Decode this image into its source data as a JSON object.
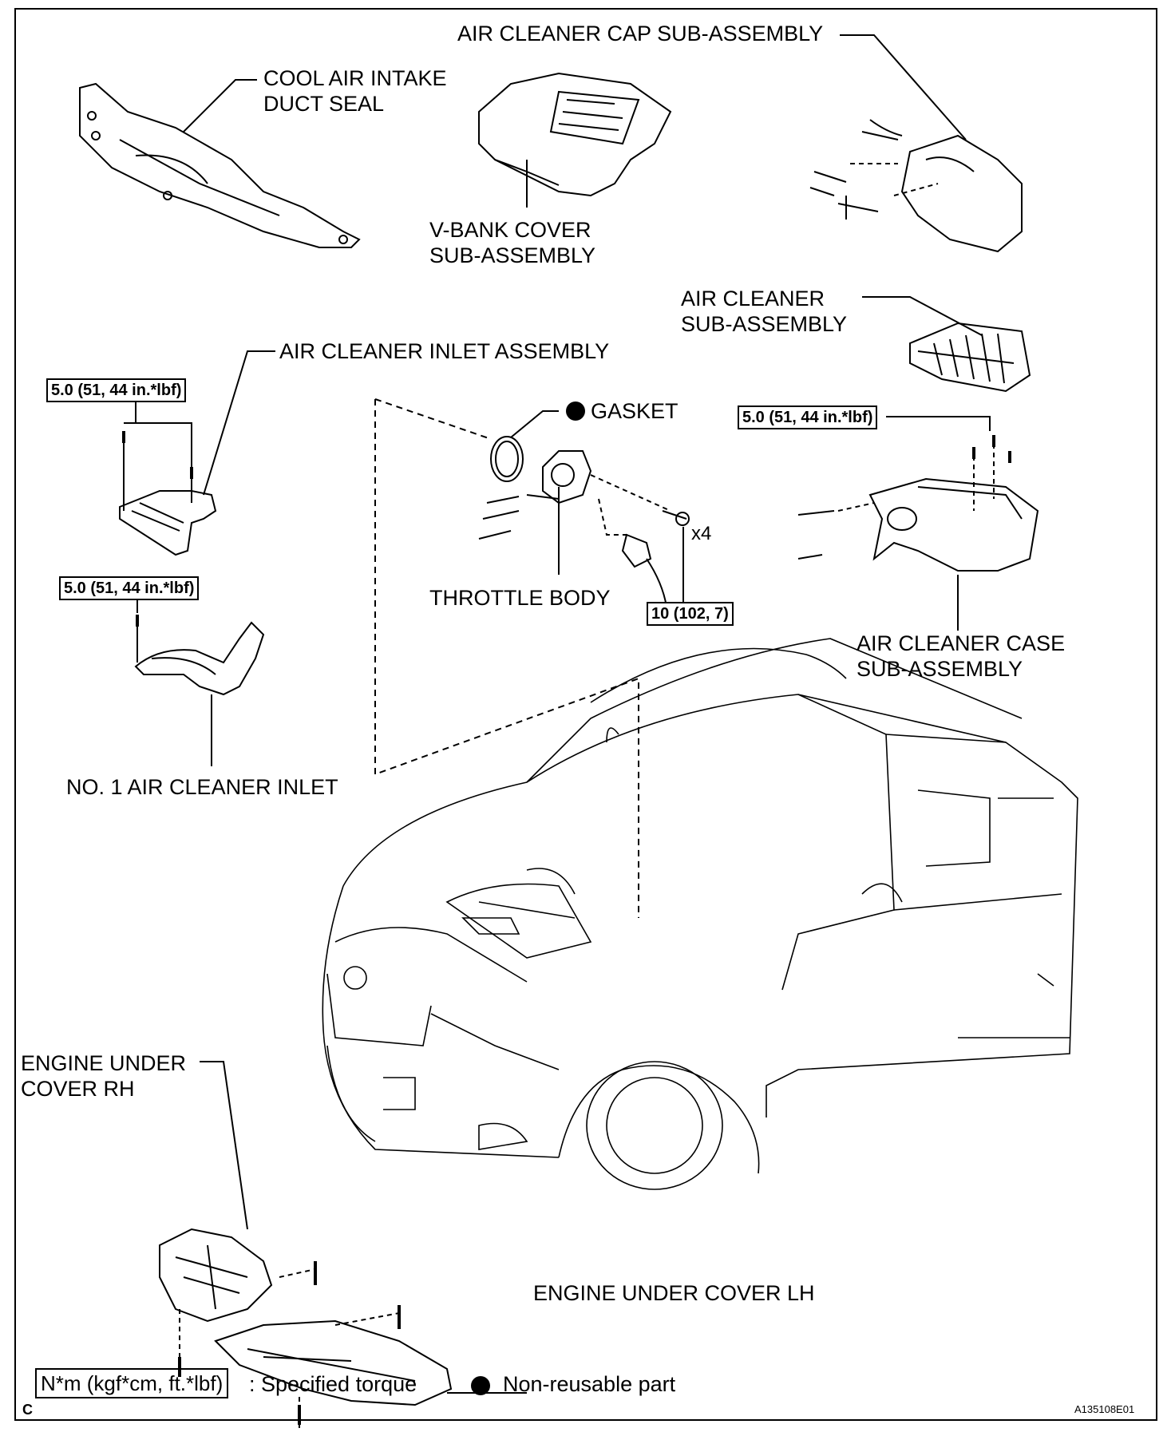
{
  "labels": {
    "air_cleaner_cap": "AIR CLEANER CAP SUB-ASSEMBLY",
    "cool_air_intake": "COOL AIR INTAKE\nDUCT SEAL",
    "v_bank_cover": "V-BANK COVER\nSUB-ASSEMBLY",
    "air_cleaner_sub": "AIR CLEANER\nSUB-ASSEMBLY",
    "air_cleaner_inlet": "AIR CLEANER INLET ASSEMBLY",
    "gasket": "GASKET",
    "throttle_body": "THROTTLE BODY",
    "air_cleaner_case": "AIR CLEANER CASE\nSUB-ASSEMBLY",
    "no1_air_cleaner_inlet": "NO. 1 AIR CLEANER INLET",
    "engine_under_rh": "ENGINE UNDER\nCOVER RH",
    "engine_under_lh": "ENGINE UNDER COVER LH",
    "x4": "x4"
  },
  "torques": {
    "inlet_assembly": "5.0 (51, 44 in.*lbf)",
    "no1_inlet": "5.0 (51, 44 in.*lbf)",
    "case": "5.0 (51, 44 in.*lbf)",
    "throttle": "10 (102, 7)"
  },
  "legend": {
    "torque_unit": "N*m (kgf*cm, ft.*lbf)",
    "torque_text": ": Specified torque",
    "non_reusable": "Non-reusable part"
  },
  "footer": {
    "corner_letter": "C",
    "figure_id": "A135108E01"
  }
}
